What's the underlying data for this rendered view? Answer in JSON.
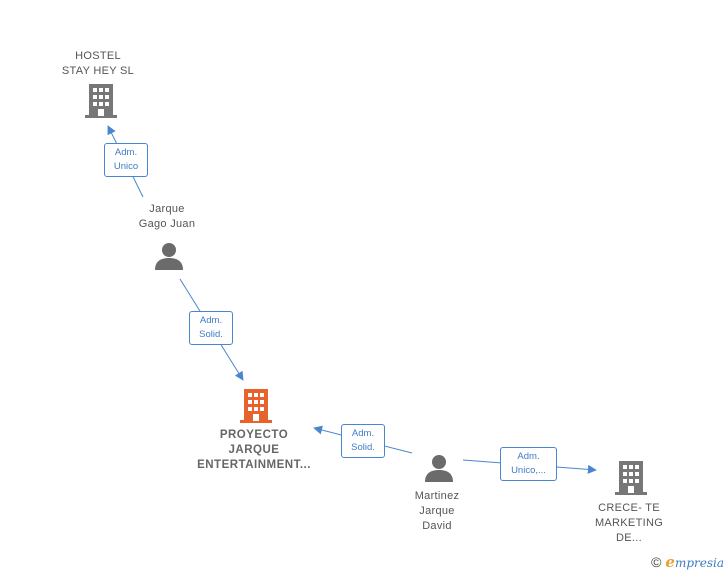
{
  "nodes": {
    "hostel": {
      "lines": [
        "HOSTEL",
        "STAY HEY  SL"
      ]
    },
    "jarque_gago": {
      "lines": [
        "Jarque",
        "Gago Juan"
      ]
    },
    "proyecto": {
      "lines": [
        "PROYECTO",
        "JARQUE",
        "ENTERTAINMENT..."
      ]
    },
    "martinez": {
      "lines": [
        "Martinez",
        "Jarque",
        "David"
      ]
    },
    "crece": {
      "lines": [
        "CRECE- TE",
        "MARKETING",
        "DE..."
      ]
    }
  },
  "edges": {
    "e1": {
      "lines": [
        "Adm.",
        "Unico"
      ]
    },
    "e2": {
      "lines": [
        "Adm.",
        "Solid."
      ]
    },
    "e3": {
      "lines": [
        "Adm.",
        "Solid."
      ]
    },
    "e4": {
      "lines": [
        "Adm.",
        "Unico,..."
      ]
    }
  },
  "colors": {
    "edge": "#4a86d0",
    "company_icon": "#777777",
    "main_company_icon": "#e8622e",
    "person_icon": "#6b6b6b"
  },
  "icons": {
    "company": "building-icon",
    "person": "person-icon"
  },
  "brand": {
    "copyright": "©",
    "e": "e",
    "rest": "mpresia"
  }
}
